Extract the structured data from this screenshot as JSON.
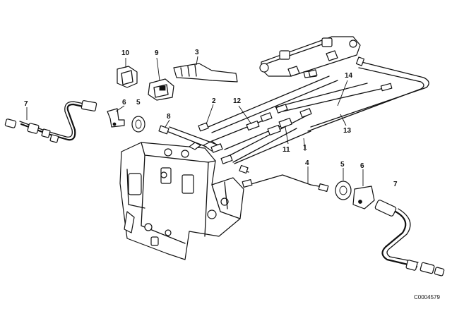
{
  "callouts": {
    "c10": "10",
    "c9": "9",
    "c3": "3",
    "c7_left": "7",
    "c6_left": "6",
    "c5_left": "5",
    "c8": "8",
    "c2": "2",
    "c12": "12",
    "c14": "14",
    "c13": "13",
    "c11": "11",
    "c1": "1",
    "c4": "4",
    "c5_right": "5",
    "c6_right": "6",
    "c7_right": "7"
  },
  "diagram_code": "C0004579"
}
